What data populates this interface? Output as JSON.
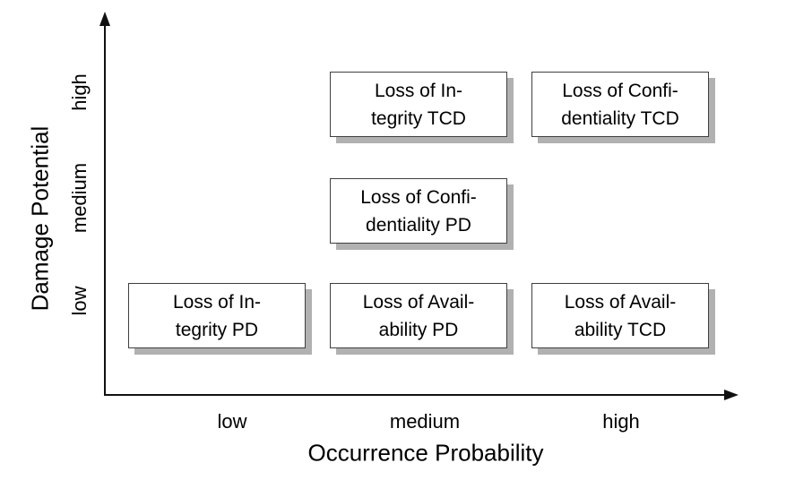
{
  "chart_data": {
    "type": "scatter",
    "title": "",
    "xlabel": "Occurrence Probability",
    "ylabel": "Damage Potential",
    "x_ticks": [
      "low",
      "medium",
      "high"
    ],
    "y_ticks": [
      "low",
      "medium",
      "high"
    ],
    "grid": false,
    "legend": false,
    "points": [
      {
        "x": "medium",
        "y": "high",
        "label": "Loss of Integrity TCD"
      },
      {
        "x": "high",
        "y": "high",
        "label": "Loss of Confidentiality TCD"
      },
      {
        "x": "medium",
        "y": "medium",
        "label": "Loss of Confidentiality PD"
      },
      {
        "x": "low",
        "y": "low",
        "label": "Loss of Integrity PD"
      },
      {
        "x": "medium",
        "y": "low",
        "label": "Loss of Availability PD"
      },
      {
        "x": "high",
        "y": "low",
        "label": "Loss of Availability TCD"
      }
    ]
  },
  "axes": {
    "x_label": "Occurrence Probability",
    "y_label": "Damage Potential",
    "x_ticks": [
      "low",
      "medium",
      "high"
    ],
    "y_ticks": [
      "low",
      "medium",
      "high"
    ]
  },
  "boxes": [
    {
      "text": "Loss of In-\ntegrity TCD"
    },
    {
      "text": "Loss of Confi-\ndentiality TCD"
    },
    {
      "text": "Loss of Confi-\ndentiality PD"
    },
    {
      "text": "Loss of In-\ntegrity PD"
    },
    {
      "text": "Loss of Avail-\nability PD"
    },
    {
      "text": "Loss of Avail-\nability TCD"
    }
  ],
  "colors": {
    "axis": "#111111",
    "box_border": "#3f3f3f",
    "box_shadow": "#b1b1b1",
    "background": "#ffffff",
    "text": "#000000"
  }
}
